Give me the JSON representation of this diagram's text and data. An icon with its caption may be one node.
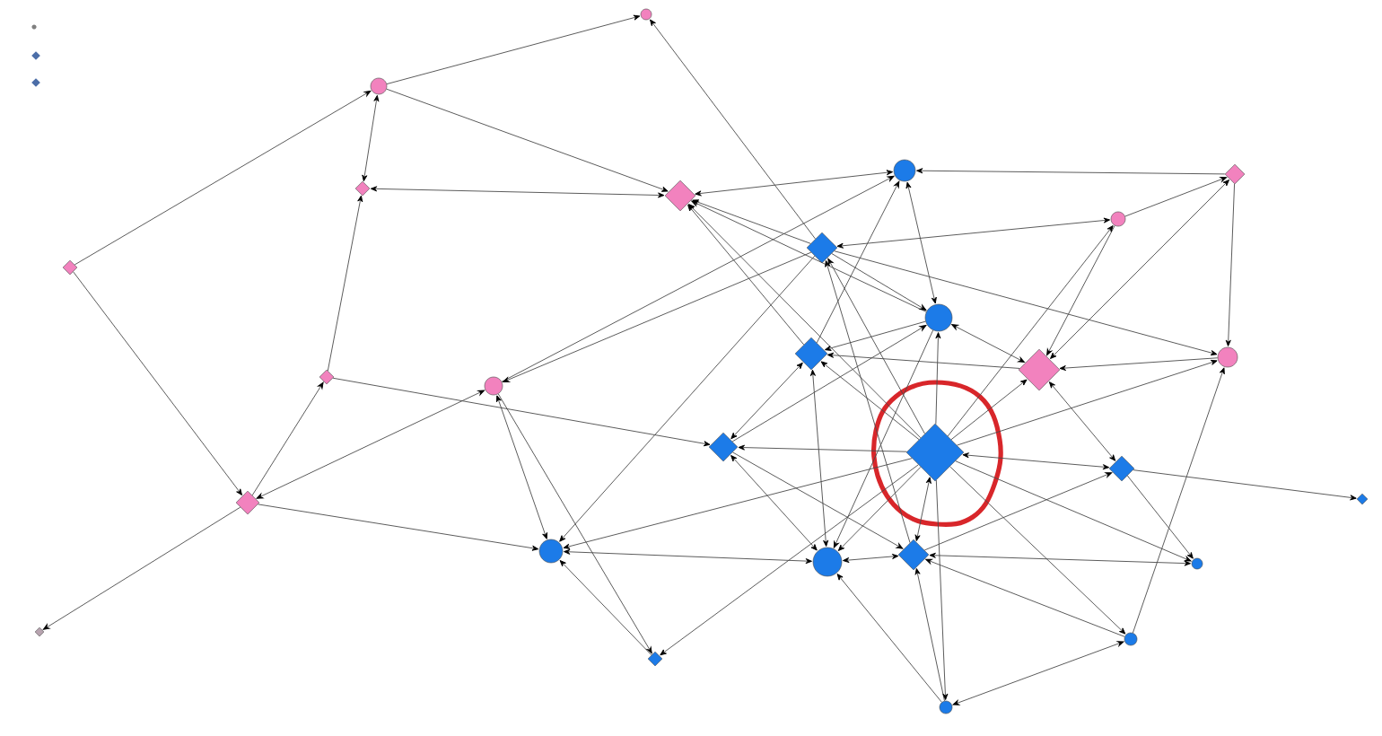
{
  "diagram": {
    "nodes": [
      {
        "text": [],
        "shape": "circle"
      },
      {
        "text": [],
        "shape": "circle"
      },
      {
        "text": [],
        "shape": "circle"
      },
      {
        "text": [],
        "shape": "diamond"
      },
      {
        "text": [],
        "shape": "diamond"
      },
      {
        "text": [],
        "shape": "diamond"
      },
      {
        "text": [],
        "shape": "circle"
      },
      {
        "text": [],
        "shape": "diamond"
      },
      {
        "text": [],
        "shape": "diamond"
      },
      {
        "text": [],
        "shape": "circle"
      },
      {
        "text": [],
        "shape": "diamond"
      },
      {
        "text": [],
        "shape": "circle"
      },
      {
        "text": [],
        "shape": "diamond"
      },
      {
        "text": [],
        "shape": "diamond"
      },
      {
        "text": [],
        "shape": "circle"
      },
      {
        "text": [],
        "shape": "diamond"
      },
      {
        "text": [],
        "shape": "diamond"
      },
      {
        "text": [],
        "shape": "diamond"
      },
      {
        "text": [],
        "shape": "diamond"
      },
      {
        "text": [],
        "shape": "diamond"
      },
      {
        "text": [],
        "shape": "circle"
      },
      {
        "text": [],
        "shape": "diamond"
      },
      {
        "text": [],
        "shape": "circle"
      },
      {
        "text": [],
        "shape": "circle"
      },
      {
        "text": [],
        "shape": "diamond"
      },
      {
        "text": [],
        "shape": "circle"
      },
      {
        "text": [],
        "shape": "diamond"
      },
      {
        "text": [],
        "shape": "circle"
      }
    ],
    "edges": [
      {
        "from": 8,
        "to": 1,
        "arrow": "to"
      },
      {
        "from": 8,
        "to": 19,
        "arrow": "to"
      },
      {
        "from": 1,
        "to": 4,
        "arrow": "both"
      },
      {
        "from": 1,
        "to": 0,
        "arrow": "to"
      },
      {
        "from": 1,
        "to": 5,
        "arrow": "to"
      },
      {
        "from": 5,
        "to": 4,
        "arrow": "both"
      },
      {
        "from": 13,
        "to": 4,
        "arrow": "to"
      },
      {
        "from": 19,
        "to": 13,
        "arrow": "to"
      },
      {
        "from": 19,
        "to": 24,
        "arrow": "to"
      },
      {
        "from": 19,
        "to": 14,
        "arrow": "both"
      },
      {
        "from": 19,
        "to": 20,
        "arrow": "to"
      },
      {
        "from": 13,
        "to": 15,
        "arrow": "to"
      },
      {
        "from": 7,
        "to": 0,
        "arrow": "to"
      },
      {
        "from": 5,
        "to": 2,
        "arrow": "both"
      },
      {
        "from": 3,
        "to": 2,
        "arrow": "to"
      },
      {
        "from": 6,
        "to": 3,
        "arrow": "to"
      },
      {
        "from": 3,
        "to": 11,
        "arrow": "to"
      },
      {
        "from": 12,
        "to": 3,
        "arrow": "both"
      },
      {
        "from": 7,
        "to": 6,
        "arrow": "both"
      },
      {
        "from": 6,
        "to": 12,
        "arrow": "to"
      },
      {
        "from": 16,
        "to": 6,
        "arrow": "to"
      },
      {
        "from": 7,
        "to": 5,
        "arrow": "to"
      },
      {
        "from": 9,
        "to": 5,
        "arrow": "to"
      },
      {
        "from": 16,
        "to": 5,
        "arrow": "to"
      },
      {
        "from": 10,
        "to": 5,
        "arrow": "to"
      },
      {
        "from": 14,
        "to": 2,
        "arrow": "to"
      },
      {
        "from": 7,
        "to": 14,
        "arrow": "to"
      },
      {
        "from": 2,
        "to": 9,
        "arrow": "both"
      },
      {
        "from": 10,
        "to": 2,
        "arrow": "to"
      },
      {
        "from": 7,
        "to": 9,
        "arrow": "to"
      },
      {
        "from": 7,
        "to": 11,
        "arrow": "to"
      },
      {
        "from": 16,
        "to": 7,
        "arrow": "to"
      },
      {
        "from": 21,
        "to": 7,
        "arrow": "to"
      },
      {
        "from": 7,
        "to": 20,
        "arrow": "to"
      },
      {
        "from": 16,
        "to": 10,
        "arrow": "to"
      },
      {
        "from": 12,
        "to": 10,
        "arrow": "to"
      },
      {
        "from": 9,
        "to": 10,
        "arrow": "to"
      },
      {
        "from": 10,
        "to": 22,
        "arrow": "both"
      },
      {
        "from": 10,
        "to": 15,
        "arrow": "both"
      },
      {
        "from": 14,
        "to": 20,
        "arrow": "both"
      },
      {
        "from": 14,
        "to": 26,
        "arrow": "to"
      },
      {
        "from": 26,
        "to": 20,
        "arrow": "to"
      },
      {
        "from": 16,
        "to": 15,
        "arrow": "to"
      },
      {
        "from": 15,
        "to": 9,
        "arrow": "to"
      },
      {
        "from": 15,
        "to": 22,
        "arrow": "both"
      },
      {
        "from": 15,
        "to": 21,
        "arrow": "to"
      },
      {
        "from": 16,
        "to": 20,
        "arrow": "to"
      },
      {
        "from": 22,
        "to": 20,
        "arrow": "both"
      },
      {
        "from": 16,
        "to": 22,
        "arrow": "to"
      },
      {
        "from": 9,
        "to": 22,
        "arrow": "to"
      },
      {
        "from": 27,
        "to": 22,
        "arrow": "to"
      },
      {
        "from": 22,
        "to": 21,
        "arrow": "both"
      },
      {
        "from": 16,
        "to": 21,
        "arrow": "both"
      },
      {
        "from": 21,
        "to": 17,
        "arrow": "to"
      },
      {
        "from": 23,
        "to": 21,
        "arrow": "both"
      },
      {
        "from": 25,
        "to": 21,
        "arrow": "to"
      },
      {
        "from": 27,
        "to": 21,
        "arrow": "to"
      },
      {
        "from": 16,
        "to": 27,
        "arrow": "to"
      },
      {
        "from": 27,
        "to": 25,
        "arrow": "both"
      },
      {
        "from": 25,
        "to": 11,
        "arrow": "to"
      },
      {
        "from": 16,
        "to": 17,
        "arrow": "both"
      },
      {
        "from": 12,
        "to": 17,
        "arrow": "both"
      },
      {
        "from": 17,
        "to": 18,
        "arrow": "to"
      },
      {
        "from": 17,
        "to": 23,
        "arrow": "to"
      },
      {
        "from": 16,
        "to": 23,
        "arrow": "to"
      },
      {
        "from": 16,
        "to": 25,
        "arrow": "to"
      },
      {
        "from": 11,
        "to": 12,
        "arrow": "to"
      },
      {
        "from": 16,
        "to": 11,
        "arrow": "to"
      },
      {
        "from": 9,
        "to": 12,
        "arrow": "both"
      },
      {
        "from": 16,
        "to": 12,
        "arrow": "to"
      },
      {
        "from": 16,
        "to": 9,
        "arrow": "to"
      },
      {
        "from": 16,
        "to": 26,
        "arrow": "to"
      }
    ]
  }
}
